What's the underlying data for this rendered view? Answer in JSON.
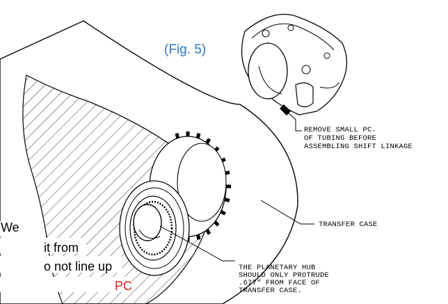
{
  "figure_label": "(Fig. 5)",
  "callouts": {
    "tubing": [
      "REMOVE SMALL PC.",
      "OF TUBING BEFORE",
      "ASSEMBLING SHIFT LINKAGE"
    ],
    "transfer_case": "TRANSFER CASE",
    "hub": [
      "THE PLANETARY HUB",
      "SHOULD ONLY PROTRUDE",
      ".677\" FROM FACE OF",
      "TRANSFER CASE."
    ]
  },
  "body_text_fragments": {
    "line1": "We",
    "line2": "it from",
    "line3": "o not line up",
    "line4_tail": "PC",
    "accent_color": "#e02020"
  },
  "colors": {
    "figure_label": "#2f78b8",
    "line": "#000000"
  }
}
